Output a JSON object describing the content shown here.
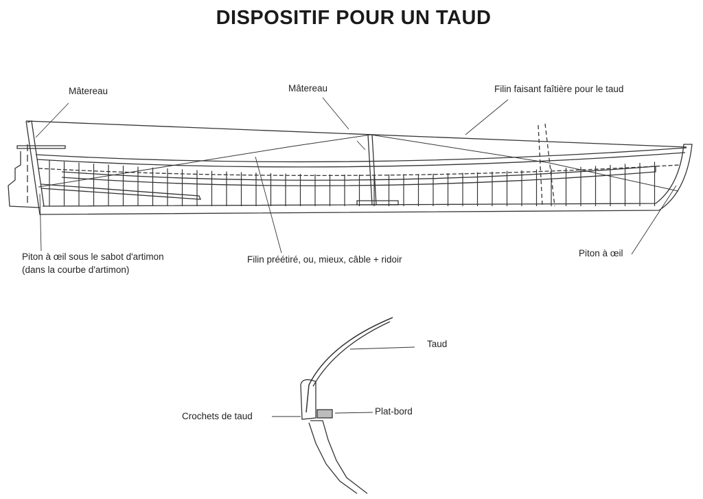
{
  "title": "DISPOSITIF POUR UN TAUD",
  "labels": {
    "matereau_stern": "Mâtereau",
    "matereau_mid": "Mâtereau",
    "filin_faitiere": "Filin faisant faîtière pour le taud",
    "piton_artimon_1": "Piton à œil sous le sabot d'artimon",
    "piton_artimon_2": "(dans la courbe d'artimon)",
    "filin_preetire": "Filin préétiré, ou, mieux, câble + ridoir",
    "piton_oeil": "Piton à œil",
    "taud": "Taud",
    "crochets": "Crochets de taud",
    "plat_bord": "Plat-bord"
  }
}
